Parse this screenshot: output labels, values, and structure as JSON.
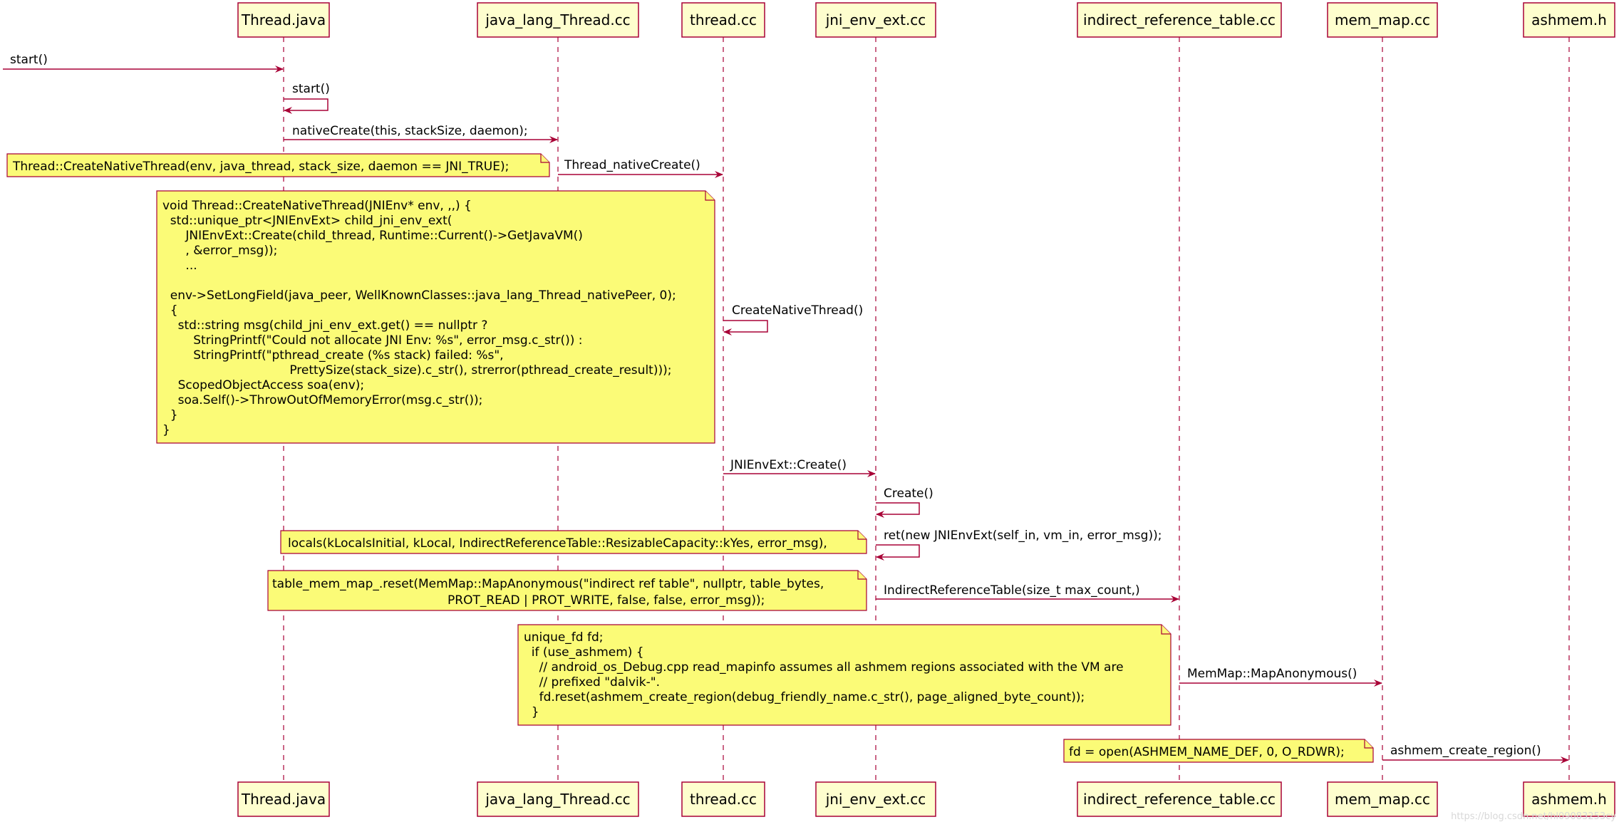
{
  "participants": [
    {
      "id": "thread_java",
      "label": "Thread.java"
    },
    {
      "id": "java_lang_thread",
      "label": "java_lang_Thread.cc"
    },
    {
      "id": "thread_cc",
      "label": "thread.cc"
    },
    {
      "id": "jni_env_ext",
      "label": "jni_env_ext.cc"
    },
    {
      "id": "irt",
      "label": "indirect_reference_table.cc"
    },
    {
      "id": "mem_map",
      "label": "mem_map.cc"
    },
    {
      "id": "ashmem",
      "label": "ashmem.h"
    }
  ],
  "messages": [
    {
      "from": "external",
      "to": "thread_java",
      "label": "start()"
    },
    {
      "from": "thread_java",
      "to": "thread_java",
      "label": "start()"
    },
    {
      "from": "thread_java",
      "to": "java_lang_thread",
      "label": "nativeCreate(this, stackSize, daemon);"
    },
    {
      "from": "java_lang_thread",
      "to": "thread_cc",
      "label": "Thread_nativeCreate()"
    },
    {
      "from": "thread_cc",
      "to": "thread_cc",
      "label": "CreateNativeThread()"
    },
    {
      "from": "thread_cc",
      "to": "jni_env_ext",
      "label": "JNIEnvExt::Create()"
    },
    {
      "from": "jni_env_ext",
      "to": "jni_env_ext",
      "label": "Create()"
    },
    {
      "from": "jni_env_ext",
      "to": "jni_env_ext",
      "label": "ret(new JNIEnvExt(self_in, vm_in, error_msg));"
    },
    {
      "from": "jni_env_ext",
      "to": "irt",
      "label": "IndirectReferenceTable(size_t max_count,)"
    },
    {
      "from": "irt",
      "to": "mem_map",
      "label": "MemMap::MapAnonymous()"
    },
    {
      "from": "mem_map",
      "to": "ashmem",
      "label": "ashmem_create_region()"
    }
  ],
  "notes": [
    {
      "lines": [
        "Thread::CreateNativeThread(env, java_thread, stack_size, daemon == JNI_TRUE);"
      ]
    },
    {
      "lines": [
        "void Thread::CreateNativeThread(JNIEnv* env, ,,) {",
        "  std::unique_ptr<JNIEnvExt> child_jni_env_ext(",
        "      JNIEnvExt::Create(child_thread, Runtime::Current()->GetJavaVM()",
        "      , &error_msg));",
        "      ...",
        "",
        "  env->SetLongField(java_peer, WellKnownClasses::java_lang_Thread_nativePeer, 0);",
        "  {",
        "    std::string msg(child_jni_env_ext.get() == nullptr ?",
        "        StringPrintf(\"Could not allocate JNI Env: %s\", error_msg.c_str()) :",
        "        StringPrintf(\"pthread_create (%s stack) failed: %s\",",
        "                                 PrettySize(stack_size).c_str(), strerror(pthread_create_result)));",
        "    ScopedObjectAccess soa(env);",
        "    soa.Self()->ThrowOutOfMemoryError(msg.c_str());",
        "  }",
        "}"
      ]
    },
    {
      "lines": [
        "locals(kLocalsInitial, kLocal, IndirectReferenceTable::ResizableCapacity::kYes, error_msg),"
      ]
    },
    {
      "lines": [
        "table_mem_map_.reset(MemMap::MapAnonymous(\"indirect ref table\", nullptr, table_bytes,",
        "PROT_READ | PROT_WRITE, false, false, error_msg));"
      ]
    },
    {
      "lines": [
        "unique_fd fd;",
        "  if (use_ashmem) {",
        "    // android_os_Debug.cpp read_mapinfo assumes all ashmem regions associated with the VM are",
        "    // prefixed \"dalvik-\".",
        "    fd.reset(ashmem_create_region(debug_friendly_name.c_str(), page_aligned_byte_count));",
        "  }"
      ]
    },
    {
      "lines": [
        "fd = open(ASHMEM_NAME_DEF, 0, O_RDWR);"
      ]
    }
  ],
  "watermark": "https://blog.csdn.net/hl09083253cy"
}
